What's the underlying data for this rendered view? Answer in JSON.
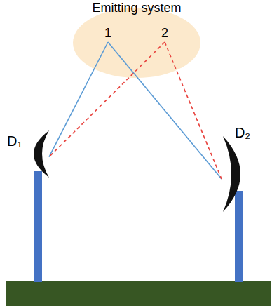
{
  "diagram": {
    "nodes": [
      {
        "text": [
          "Emitting system"
        ]
      },
      {
        "text": [
          "1"
        ],
        "in": 0
      },
      {
        "text": [
          "2"
        ],
        "in": 0
      },
      {
        "text": [
          "D₁"
        ]
      },
      {
        "text": [
          "D₂"
        ]
      }
    ],
    "edges": [
      {
        "from": 1,
        "to": 3,
        "arrow": "none"
      },
      {
        "from": 1,
        "to": 4,
        "arrow": "none"
      },
      {
        "from": 2,
        "to": 3,
        "arrow": "none"
      },
      {
        "from": 2,
        "to": 4,
        "arrow": "none"
      }
    ]
  }
}
